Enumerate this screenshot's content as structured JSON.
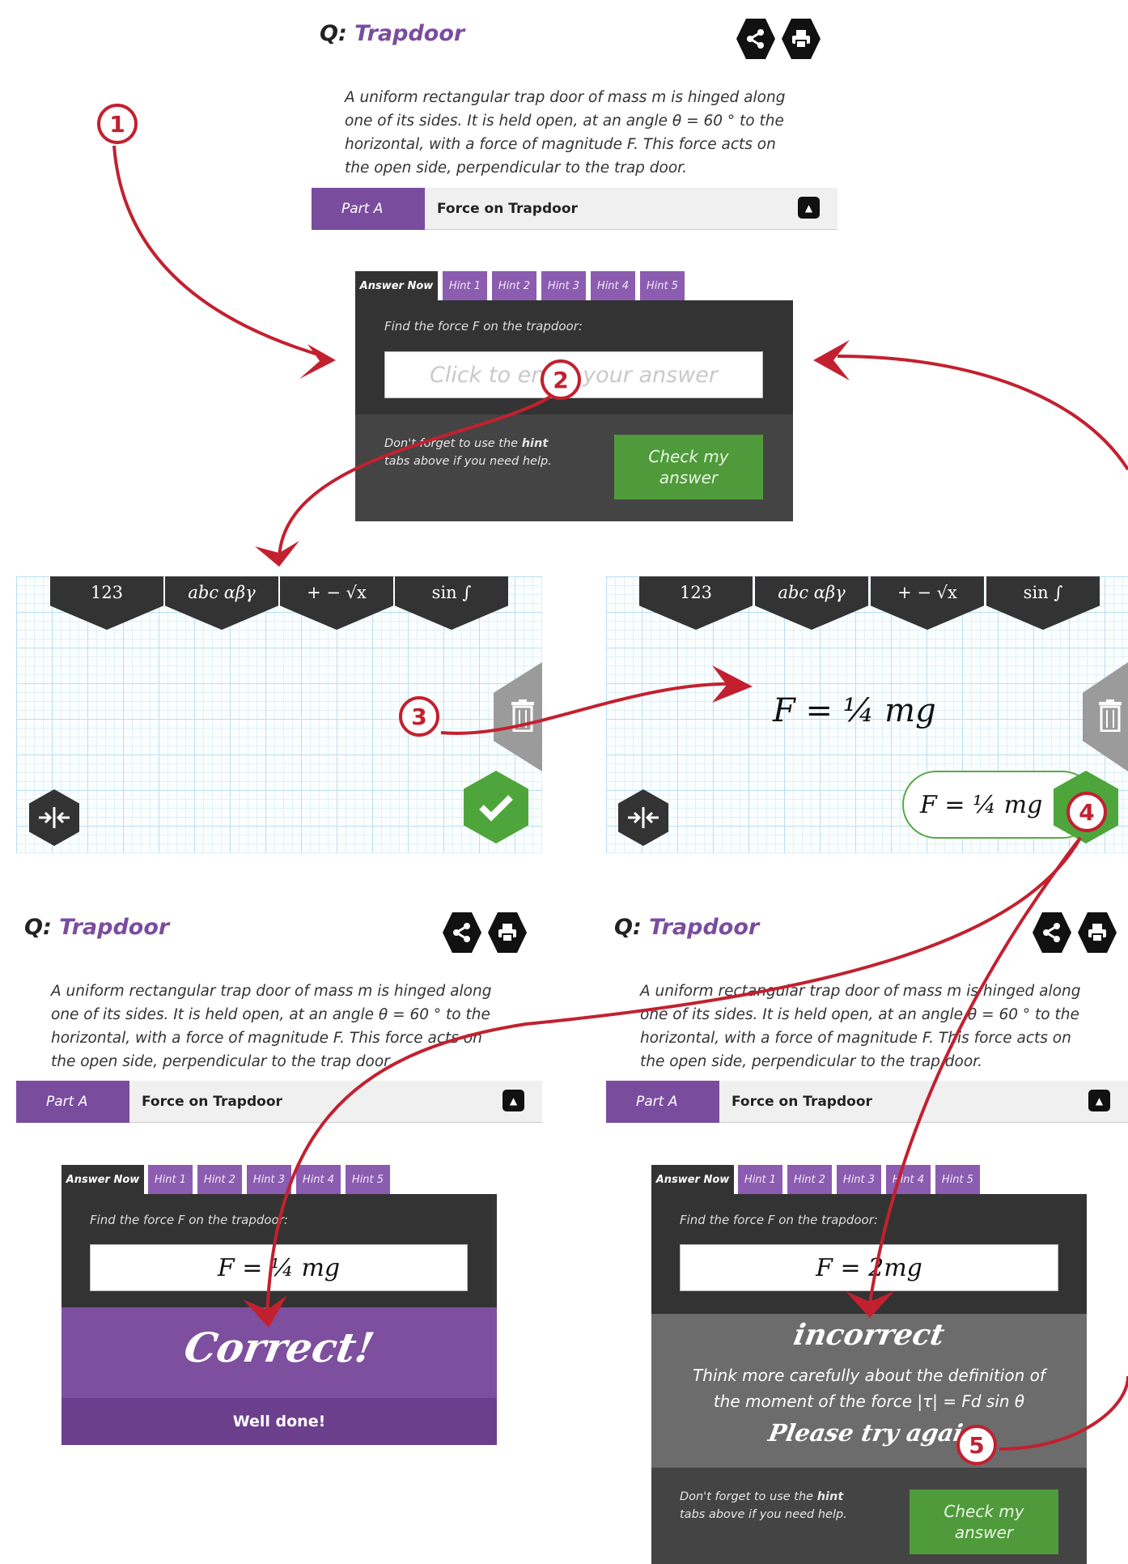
{
  "question": {
    "prefix": "Q:",
    "name": "Trapdoor",
    "text_l1": "A uniform rectangular trap door of mass m is hinged along",
    "text_l2": "one of its sides. It is held open, at an angle θ = 60 ° to the",
    "text_l3": "horizontal, with a force of magnitude F. This force acts on",
    "text_l4": "the open side, perpendicular to the trap door."
  },
  "icons": {
    "share": "share-icon",
    "print": "print-icon",
    "collapse": "chevron-up-icon",
    "trash": "trash-icon",
    "check": "check-icon",
    "compress": "compress-icon"
  },
  "part": {
    "label": "Part A",
    "title": "Force on Trapdoor"
  },
  "tabs": [
    "Answer Now",
    "Hint 1",
    "Hint 2",
    "Hint 3",
    "Hint 4",
    "Hint 5"
  ],
  "prompt": "Find the force F on the trapdoor:",
  "input_placeholder": "Click to enter your answer",
  "help_pre": "Don't forget to use the ",
  "help_bold": "hint",
  "help_post": "tabs above if you need help.",
  "check_button": "Check my answer",
  "keyboard": {
    "k1": "123",
    "k2": "abc αβγ",
    "k3": "+ − √x",
    "k4": "sin ∫"
  },
  "entered_expression": "F = ¼ mg",
  "result_correct": {
    "answer": "F = ¼ mg",
    "title": "Correct!",
    "message": "Well done!"
  },
  "result_incorrect": {
    "answer": "F = 2mg",
    "title": "incorrect",
    "message_l1": "Think more carefully about the definition of",
    "message_l2": "the moment of the force |τ| = Fd sin θ",
    "retry": "Please try again"
  },
  "steps": [
    "1",
    "2",
    "3",
    "4",
    "5"
  ],
  "colors": {
    "accent_purple": "#7a4c9e",
    "check_green": "#4f9a3a",
    "arrow_red": "#c3202f",
    "panel_dark": "#333333"
  }
}
